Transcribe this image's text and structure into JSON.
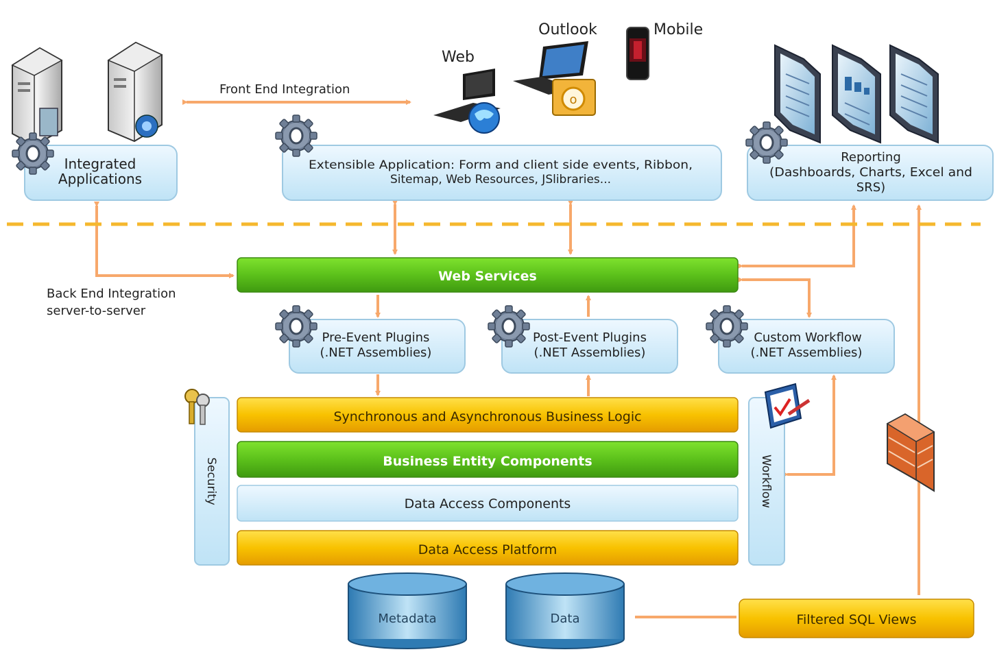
{
  "devices": {
    "web": "Web",
    "outlook": "Outlook",
    "mobile": "Mobile"
  },
  "labels": {
    "front_end": "Front End Integration",
    "back_end_1": "Back End Integration",
    "back_end_2": "server-to-server"
  },
  "boxes": {
    "integrated_1": "Integrated",
    "integrated_2": "Applications",
    "extensible_1": "Extensible Application:  Form and client side events, Ribbon,",
    "extensible_2": "Sitemap, Web Resources, JSlibraries...",
    "reporting_1": "Reporting",
    "reporting_2": "(Dashboards, Charts, Excel and",
    "reporting_3": "SRS)",
    "pre_event_1": "Pre-Event Plugins",
    "pre_event_2": "(.NET Assemblies)",
    "post_event_1": "Post-Event Plugins",
    "post_event_2": "(.NET Assemblies)",
    "custom_wf_1": "Custom Workflow",
    "custom_wf_2": "(.NET Assemblies)"
  },
  "layers": {
    "web_services": "Web Services",
    "business_logic": "Synchronous and Asynchronous Business Logic",
    "business_entity": "Business Entity Components",
    "data_access_components": "Data Access Components",
    "data_access_platform": "Data Access Platform",
    "security": "Security",
    "workflow": "Workflow",
    "filtered_sql": "Filtered SQL Views"
  },
  "databases": {
    "metadata": "Metadata",
    "data": "Data"
  },
  "colors": {
    "accent_orange": "#f7a86b",
    "dash_yellow": "#f5b82e",
    "green": "#5fc21e",
    "gold": "#f9c400",
    "light_blue": "#cdeaf8",
    "db_blue": "#3f8fc6"
  }
}
